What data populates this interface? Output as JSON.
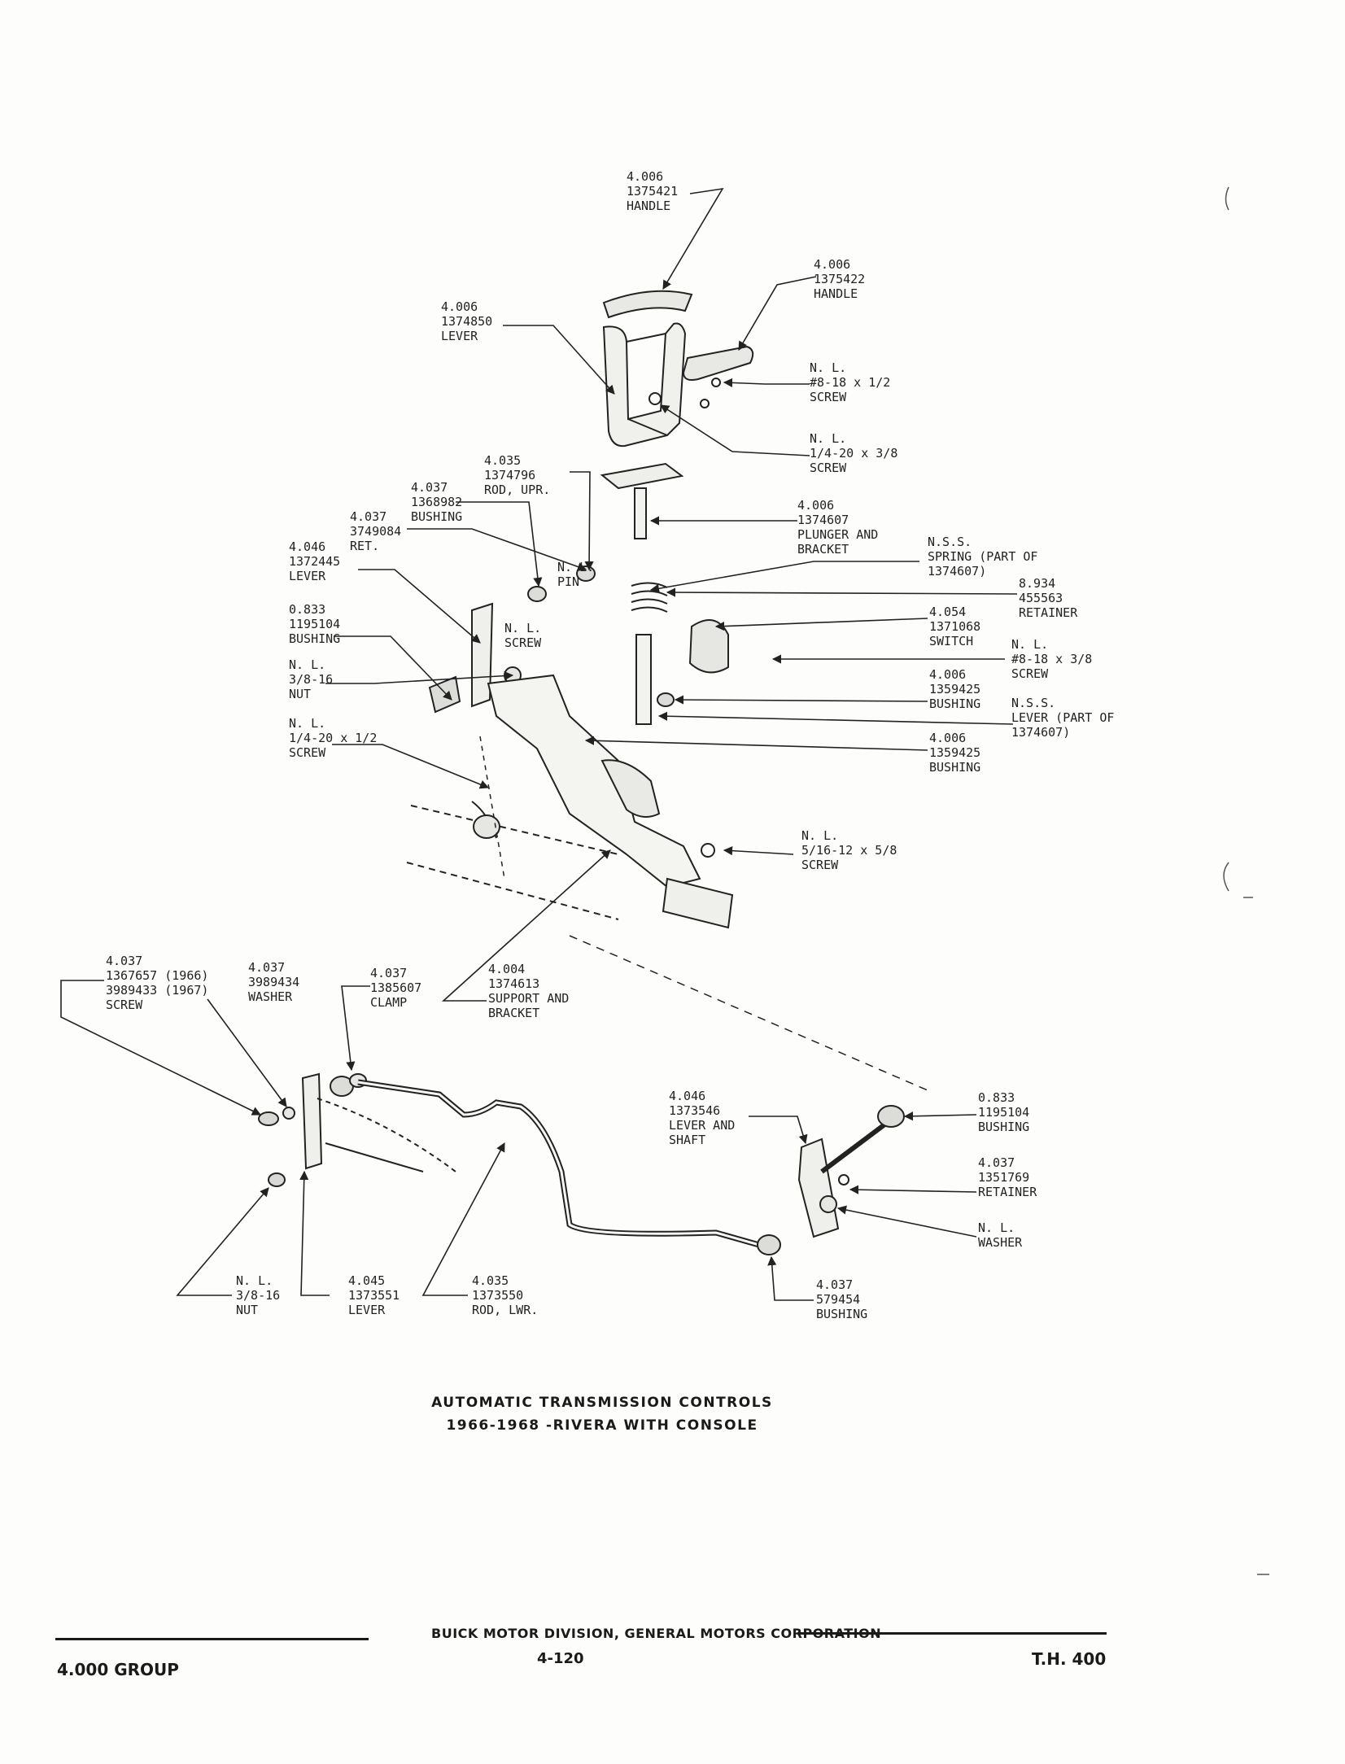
{
  "callouts": {
    "handle_top": [
      "4.006",
      "1375421",
      "HANDLE"
    ],
    "handle_right": [
      "4.006",
      "1375422",
      "HANDLE"
    ],
    "lever_top": [
      "4.006",
      "1374850",
      "LEVER"
    ],
    "screw_8_18_half": [
      "N. L.",
      "#8-18 x 1/2",
      "SCREW"
    ],
    "screw_quarter_20": [
      "N. L.",
      "1/4-20 x 3/8",
      "SCREW"
    ],
    "rod_upper": [
      "4.035",
      "1374796",
      "ROD, UPR."
    ],
    "bushing_1368982": [
      "4.037",
      "1368982",
      "BUSHING"
    ],
    "retainer_3749084": [
      "4.037",
      "3749084",
      "RET."
    ],
    "lever_1372445": [
      "4.046",
      "1372445",
      "LEVER"
    ],
    "plunger_bracket": [
      "4.006",
      "1374607",
      "PLUNGER AND",
      "BRACKET"
    ],
    "spring_nss": [
      "N.S.S.",
      "SPRING (PART OF",
      "1374607)"
    ],
    "retainer_455563": [
      "8.934",
      "455563",
      "RETAINER"
    ],
    "pin_nl": [
      "N. L.",
      "PIN"
    ],
    "bushing_1195104_upper": [
      "0.833",
      "1195104",
      "BUSHING"
    ],
    "screw_nl_mid": [
      "N. L.",
      "SCREW"
    ],
    "switch_1371068": [
      "4.054",
      "1371068",
      "SWITCH"
    ],
    "screw_8_18_38": [
      "N. L.",
      "#8-18 x 3/8",
      "SCREW"
    ],
    "nut_38_16_upper": [
      "N. L.",
      "3/8-16",
      "NUT"
    ],
    "bushing_1359425_a": [
      "4.006",
      "1359425",
      "BUSHING"
    ],
    "lever_nss": [
      "N.S.S.",
      "LEVER (PART OF",
      "1374607)"
    ],
    "screw_quarter_half": [
      "N. L.",
      "1/4-20 x 1/2",
      "SCREW"
    ],
    "bushing_1359425_b": [
      "4.006",
      "1359425",
      "BUSHING"
    ],
    "screw_516": [
      "N. L.",
      "5/16-12 x 5/8",
      "SCREW"
    ],
    "screw_1367657": [
      "4.037",
      "1367657 (1966)",
      "3989433 (1967)",
      "SCREW"
    ],
    "washer_3989434": [
      "4.037",
      "3989434",
      "WASHER"
    ],
    "clamp_1385607": [
      "4.037",
      "1385607",
      "CLAMP"
    ],
    "support_bracket": [
      "4.004",
      "1374613",
      "SUPPORT AND",
      "BRACKET"
    ],
    "bushing_1195104_lower": [
      "0.833",
      "1195104",
      "BUSHING"
    ],
    "lever_shaft": [
      "4.046",
      "1373546",
      "LEVER AND",
      "SHAFT"
    ],
    "retainer_1351769": [
      "4.037",
      "1351769",
      "RETAINER"
    ],
    "washer_nl": [
      "N. L.",
      "WASHER"
    ],
    "nut_38_16_lower": [
      "N. L.",
      "3/8-16",
      "NUT"
    ],
    "lever_1373551": [
      "4.045",
      "1373551",
      "LEVER"
    ],
    "rod_lower": [
      "4.035",
      "1373550",
      "ROD, LWR."
    ],
    "bushing_579454": [
      "4.037",
      "579454",
      "BUSHING"
    ]
  },
  "caption": {
    "line1": "AUTOMATIC TRANSMISSION CONTROLS",
    "line2": "1966-1968 -RIVERA WITH CONSOLE"
  },
  "footer": {
    "corporation": "BUICK MOTOR DIVISION, GENERAL MOTORS CORPORATION",
    "page_number": "4-120",
    "group": "4.000 GROUP",
    "transmission": "T.H. 400"
  }
}
